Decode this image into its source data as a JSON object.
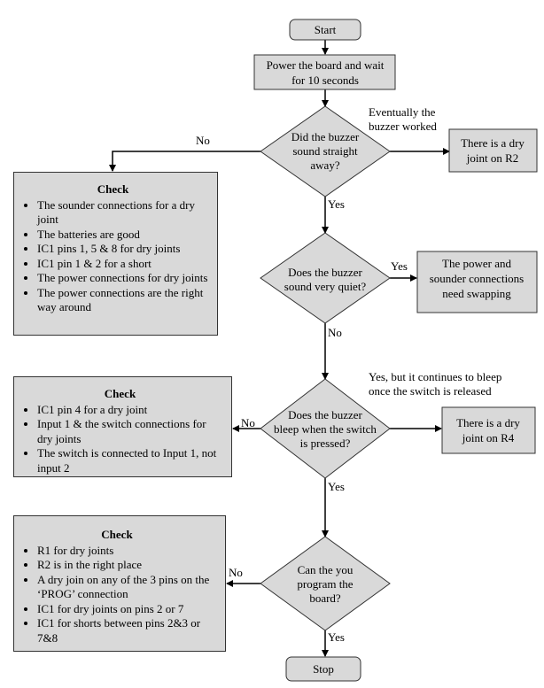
{
  "nodes": {
    "start": "Start",
    "power": [
      "Power the board and wait",
      "for 10 seconds"
    ],
    "q1": [
      "Did the buzzer",
      "sound straight",
      "away?"
    ],
    "r2": [
      "There is a dry",
      "joint on R2"
    ],
    "q2": [
      "Does the buzzer",
      "sound very quiet?"
    ],
    "swap": [
      "The power and",
      "sounder connections",
      "need swapping"
    ],
    "q3": [
      "Does the buzzer",
      "bleep when the switch",
      "is pressed?"
    ],
    "r4": [
      "There is a dry",
      "joint on R4"
    ],
    "q4": [
      "Can the you",
      "program the",
      "board?"
    ],
    "stop": "Stop"
  },
  "edges": {
    "q1_no": "No",
    "q1_side": [
      "Eventually the",
      "buzzer worked"
    ],
    "q1_yes": "Yes",
    "q2_yes": "Yes",
    "q2_no": "No",
    "q3_side": [
      "Yes, but it continues to bleep",
      "once the switch is released"
    ],
    "q3_no": "No",
    "q3_yes": "Yes",
    "q4_no": "No",
    "q4_yes": "Yes"
  },
  "checks": [
    {
      "title": "Check",
      "items": [
        "The sounder connections for a dry joint",
        "The batteries are good",
        "IC1 pins 1, 5 & 8 for dry joints",
        "IC1 pin 1 & 2 for a short",
        "The power connections for dry joints",
        "The power connections are the right way around"
      ]
    },
    {
      "title": "Check",
      "items": [
        "IC1 pin 4 for a dry joint",
        "Input 1 & the switch connections for dry joints",
        "The switch is connected to Input 1, not input 2"
      ]
    },
    {
      "title": "Check",
      "items": [
        "R1 for dry joints",
        "R2 is in the right place",
        "A dry join on any of the 3 pins on the ‘PROG’ connection",
        "IC1 for dry joints on pins 2 or 7",
        "IC1 for shorts between pins 2&3 or 7&8"
      ]
    }
  ]
}
